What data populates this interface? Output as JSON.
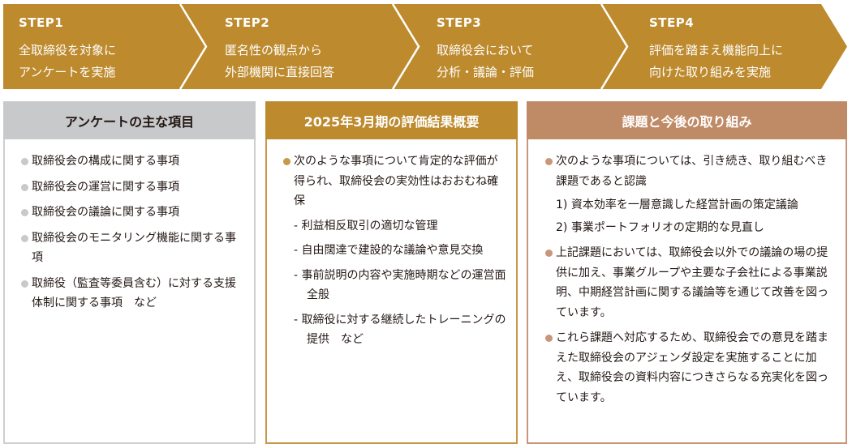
{
  "colors": {
    "step_fill": "#bd8a2e",
    "step_separator": "#ffffff",
    "box1_header": "#c8c9ca",
    "box2_header": "#bd8a2e",
    "box3_header": "#bf8a66",
    "text": "#231815"
  },
  "steps": [
    {
      "label": "STEP1",
      "lines": [
        "全取締役を対象に",
        "アンケートを実施"
      ]
    },
    {
      "label": "STEP2",
      "lines": [
        "匿名性の観点から",
        "外部機関に直接回答"
      ]
    },
    {
      "label": "STEP3",
      "lines": [
        "取締役会において",
        "分析・議論・評価"
      ]
    },
    {
      "label": "STEP4",
      "lines": [
        "評価を踏まえ機能向上に",
        "向けた取り組みを実施"
      ]
    }
  ],
  "survey_items": {
    "title": "アンケートの主な項目",
    "items": [
      "取締役会の構成に関する事項",
      "取締役会の運営に関する事項",
      "取締役会の議論に関する事項",
      "取締役会のモニタリング機能に関する事項",
      "取締役（監査等委員含む）に対する支援体制に関する事項　など"
    ]
  },
  "evaluation_summary": {
    "title": "2025年3月期の評価結果概要",
    "lead": "次のような事項について肯定的な評価が得られ、取締役会の実効性はおおむね確保",
    "sub_items": [
      "- 利益相反取引の適切な管理",
      "- 自由闊達で建設的な議論や意見交換",
      "- 事前説明の内容や実施時期などの運営面全般",
      "- 取締役に対する継続したトレーニングの提供　など"
    ]
  },
  "issues_and_actions": {
    "title": "課題と今後の取り組み",
    "points": [
      {
        "text": "次のような事項については、引き続き、取り組むべき課題であると認識",
        "numbered": [
          "1) 資本効率を一層意識した経営計画の策定議論",
          "2) 事業ポートフォリオの定期的な見直し"
        ]
      },
      {
        "text": "上記課題においては、取締役会以外での議論の場の提供に加え、事業グループや主要な子会社による事業説明、中期経営計画に関する議論等を通じて改善を図っています。"
      },
      {
        "text": "これら課題へ対応するため、取締役会での意見を踏まえた取締役会のアジェンダ設定を実施することに加え、取締役会の資料内容につきさらなる充実化を図っています。"
      }
    ]
  }
}
